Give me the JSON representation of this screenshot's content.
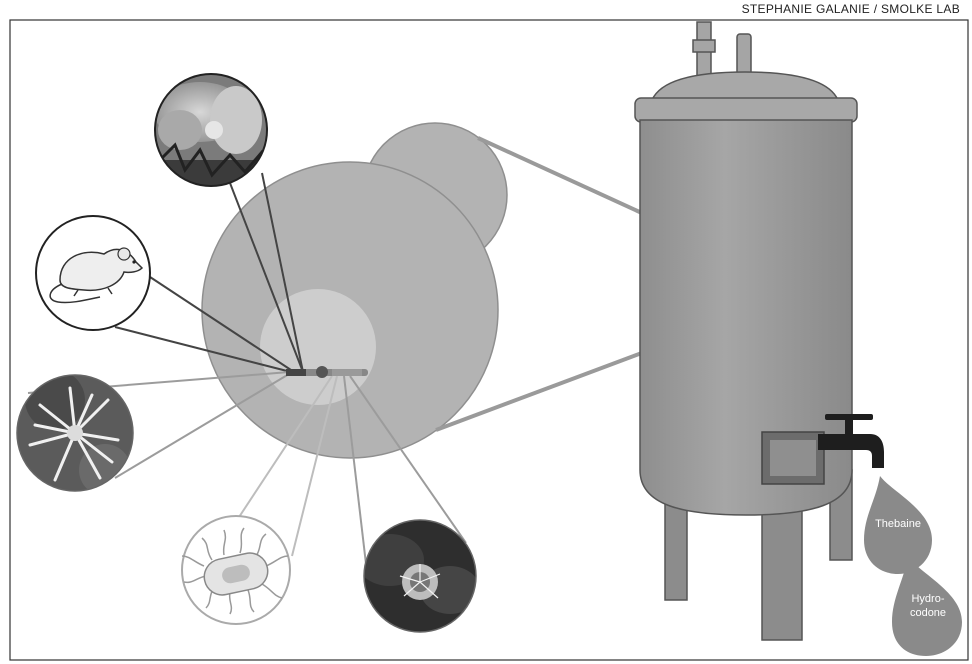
{
  "credit": "STEPHANIE GALANIE / SMOLKE LAB",
  "products": {
    "thebaine": "Thebaine",
    "hydrocodone_line1": "Hydro-",
    "hydrocodone_line2": "codone"
  },
  "colors": {
    "frame": "#333333",
    "yeast_cell": "#b3b3b3",
    "nucleus": "#cdcdcd",
    "tank": "#9a9a9a",
    "tank_dark": "#6c6c6c",
    "droplet": "#8a8a8a",
    "connector_dark": "#444444",
    "connector_light": "#9c9c9c"
  },
  "sources": [
    {
      "name": "california-poppy",
      "icon": "yellow-flower-photo"
    },
    {
      "name": "rat",
      "icon": "rat-drawing"
    },
    {
      "name": "goldthread",
      "icon": "white-flower-photo"
    },
    {
      "name": "bacterium",
      "icon": "bacterium-drawing"
    },
    {
      "name": "opium-poppy",
      "icon": "poppy-photo"
    }
  ]
}
